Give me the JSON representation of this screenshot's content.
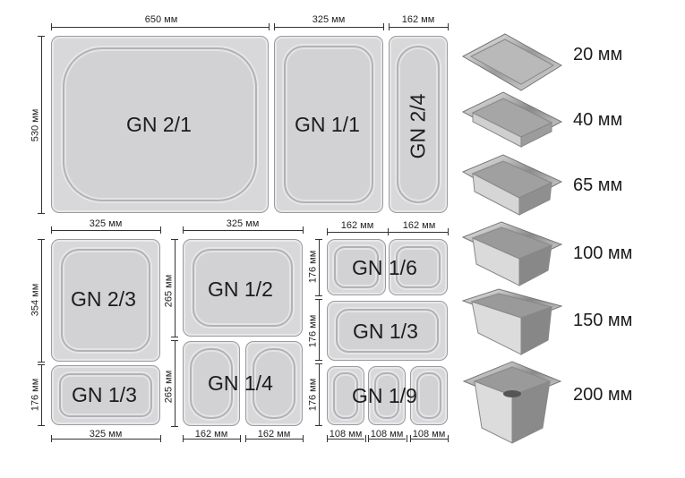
{
  "pans": {
    "gn21": "GN 2/1",
    "gn11": "GN 1/1",
    "gn24": "GN 2/4",
    "gn23": "GN 2/3",
    "gn13_left": "GN 1/3",
    "gn12": "GN 1/2",
    "gn14": "GN 1/4",
    "gn16": "GN 1/6",
    "gn13_right": "GN 1/3",
    "gn19": "GN 1/9"
  },
  "dims": {
    "top_650": "650 мм",
    "top_325": "325 мм",
    "top_162": "162 мм",
    "left_530": "530 мм",
    "r2_325_a": "325 мм",
    "r2_325_b": "325 мм",
    "r2_162_a": "162 мм",
    "r2_162_b": "162 мм",
    "left_354": "354 мм",
    "left_176_a": "176 мм",
    "mid_265_a": "265 мм",
    "mid_265_b": "265 мм",
    "right_176_a": "176 мм",
    "right_176_b": "176 мм",
    "right_176_c": "176 мм",
    "bot_325": "325 мм",
    "bot_162_a": "162 мм",
    "bot_162_b": "162 мм",
    "bot_108_a": "108 мм",
    "bot_108_b": "108 мм",
    "bot_108_c": "108 мм"
  },
  "depths": [
    "20 мм",
    "40 мм",
    "65 мм",
    "100 мм",
    "150 мм",
    "200 мм"
  ],
  "colors": {
    "pan_fill": "#d8d8da",
    "pan_border": "#9a9a9c",
    "line": "#333333"
  }
}
